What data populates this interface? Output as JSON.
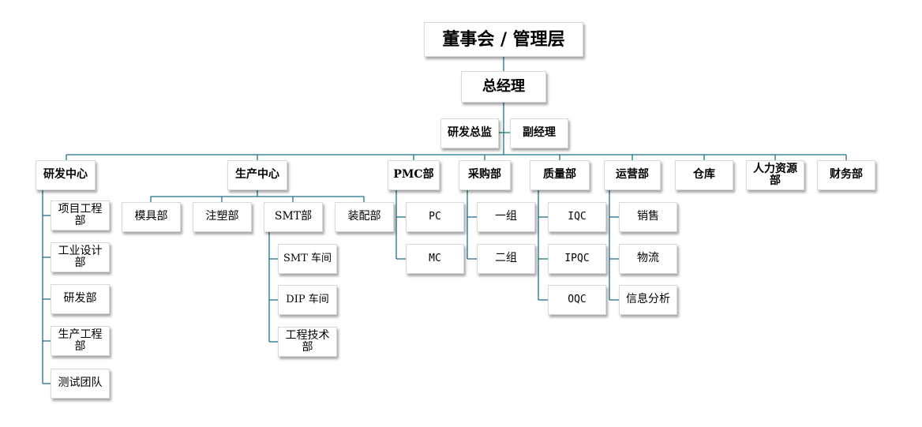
{
  "org": {
    "board": "董事会 / 管理层",
    "gm": "总经理",
    "rd_director": "研发总监",
    "deputy_gm": "副经理",
    "rd_center": "研发中心",
    "rd": {
      "project_eng": "项目工程部",
      "industrial_design": "工业设计部",
      "rd_dept": "研发部",
      "production_eng": "生产工程部",
      "test_team": "测试团队"
    },
    "production_center": "生产中心",
    "production": {
      "mold": "模具部",
      "injection": "注塑部",
      "smt": "SMT部",
      "assembly": "装配部"
    },
    "smt": {
      "smt_workshop": "SMT 车间",
      "dip_workshop": "DIP 车间",
      "eng_tech": "工程技术部"
    },
    "pmc": "PMC部",
    "pmc_sub": {
      "pc": "PC",
      "mc": "MC"
    },
    "purchasing": "采购部",
    "purchasing_sub": {
      "group1": "一组",
      "group2": "二组"
    },
    "quality": "质量部",
    "quality_sub": {
      "iqc": "IQC",
      "ipqc": "IPQC",
      "oqc": "OQC"
    },
    "operations": "运营部",
    "operations_sub": {
      "sales": "销售",
      "logistics": "物流",
      "info_analysis": "信息分析"
    },
    "warehouse": "仓库",
    "hr": "人力资源部",
    "finance": "财务部"
  },
  "colors": {
    "connector": "#1f6f8b"
  }
}
